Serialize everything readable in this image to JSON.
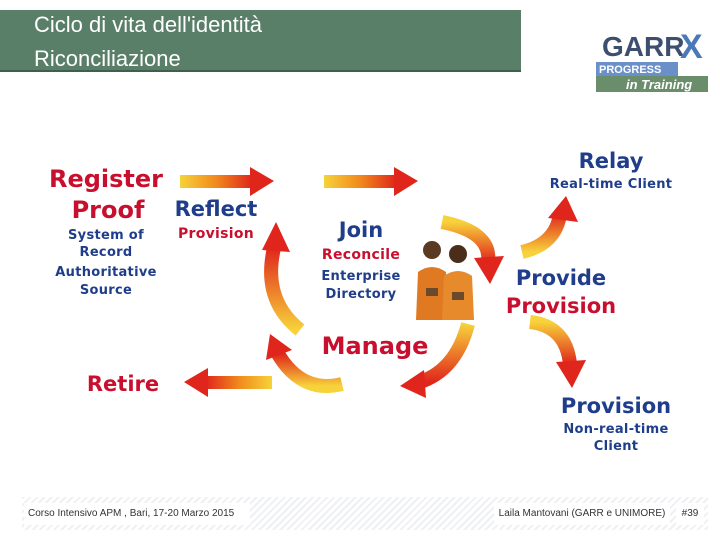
{
  "slide": {
    "title_line1": "Ciclo di vita dell'identità",
    "title_line2": "Riconciliazione"
  },
  "logo": {
    "brand": "GARR",
    "brand_x": "X",
    "line1": "PROGRESS",
    "line2": "in Training"
  },
  "diagram": {
    "register": "Register",
    "proof": "Proof",
    "system_of": "System of",
    "record": "Record",
    "authoritative": "Authoritative",
    "source": "Source",
    "reflect": "Reflect",
    "reflect_provision": "Provision",
    "join": "Join",
    "reconcile": "Reconcile",
    "enterprise": "Enterprise",
    "directory": "Directory",
    "relay": "Relay",
    "realtime_client": "Real-time Client",
    "provide": "Provide",
    "provide_provision": "Provision",
    "manage": "Manage",
    "retire": "Retire",
    "provision": "Provision",
    "non_realtime": "Non-real-time",
    "client": "Client"
  },
  "colors": {
    "title_bg": "#5a7f68",
    "red_text": "#c8102e",
    "blue_text": "#1f3d8a",
    "arrow_red": "#e0261c",
    "arrow_yellow": "#f7d23a"
  },
  "footer": {
    "left": "Corso Intensivo APM , Bari, 17-20 Marzo 2015",
    "right": "Laila Mantovani (GARR e UNIMORE)",
    "page": "#39"
  }
}
